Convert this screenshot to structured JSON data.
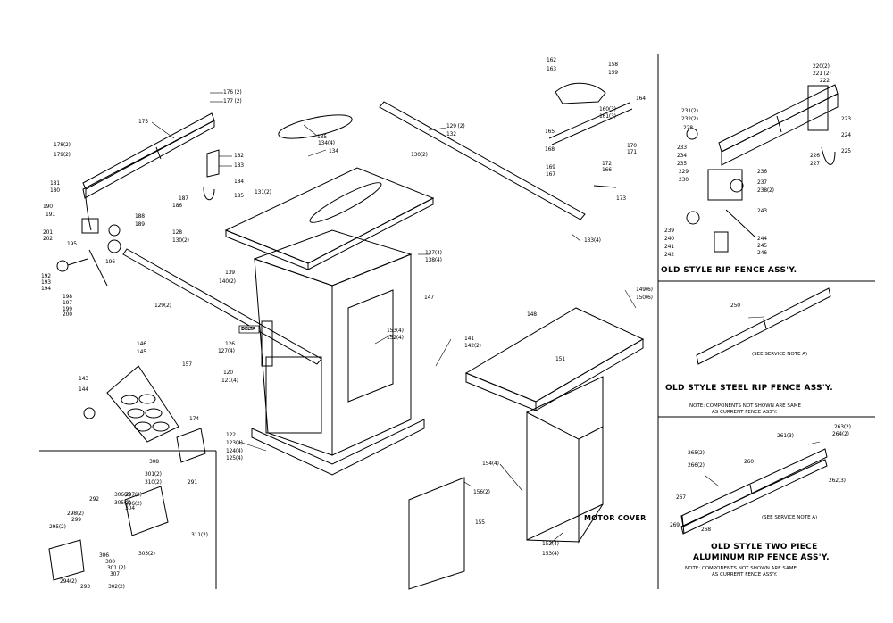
{
  "titles": {
    "rip_fence_old": "OLD STYLE RIP FENCE ASS'Y.",
    "steel_fence": "OLD STYLE STEEL RIP FENCE ASS'Y.",
    "aluminum_fence_line1": "OLD STYLE TWO PIECE",
    "aluminum_fence_line2": "ALUMINUM RIP FENCE ASS'Y.",
    "motor_cover": "MOTOR COVER"
  },
  "notes": {
    "steel_service": "(SEE SERVICE NOTE A)",
    "steel_note_line1": "NOTE: COMPONENTS NOT SHOWN ARE SAME",
    "steel_note_line2": "AS CURRENT FENCE ASS'Y.",
    "alu_service": "(SEE SERVICE NOTE A)",
    "alu_note_line1": "NOTE: COMPONENTS NOT SHOWN ARE SAME",
    "alu_note_line2": "AS CURRENT FENCE ASS'Y."
  },
  "brand": "DELTA",
  "callouts": [
    "176 (2)",
    "177 (2)",
    "175",
    "178(2)",
    "179(2)",
    "182",
    "183",
    "184",
    "185",
    "186",
    "187",
    "181",
    "180",
    "190",
    "191",
    "201",
    "202",
    "188",
    "189",
    "195",
    "196",
    "192",
    "193",
    "194",
    "198",
    "197",
    "199",
    "200",
    "128",
    "130(2)",
    "129(2)",
    "135",
    "134(4)",
    "134",
    "131(2)",
    "130(2)",
    "129 (2)",
    "132",
    "133(4)",
    "162",
    "163",
    "158",
    "159",
    "164",
    "165",
    "160(3)",
    "161(3)",
    "168",
    "169",
    "167",
    "172",
    "166",
    "170",
    "171",
    "173",
    "139",
    "140(2)",
    "137(4)",
    "138(4)",
    "147",
    "126",
    "127(4)",
    "120",
    "121(4)",
    "153(4)",
    "152(4)",
    "141",
    "142(2)",
    "149(6)",
    "150(6)",
    "148",
    "151",
    "146",
    "145",
    "143",
    "144",
    "157",
    "174",
    "122",
    "123(4)",
    "124(4)",
    "125(4)",
    "154(4)",
    "156(2)",
    "155",
    "152(4)",
    "153(4)",
    "308",
    "301(2)",
    "310(2)",
    "291",
    "292",
    "297(2)",
    "296(2)",
    "306(2)",
    "305(2)",
    "304",
    "298(2)",
    "299",
    "295(2)",
    "311(2)",
    "303(2)",
    "306",
    "300",
    "301 (2)",
    "307",
    "294(2)",
    "293",
    "302(2)",
    "220(2)",
    "221 (2)",
    "222",
    "231(2)",
    "232(2)",
    "228",
    "223",
    "224",
    "233",
    "234",
    "235",
    "229",
    "230",
    "236",
    "237",
    "238(2)",
    "226",
    "227",
    "225",
    "243",
    "239",
    "240",
    "241",
    "242",
    "244",
    "245",
    "246",
    "250",
    "263(2)",
    "264(2)",
    "261(3)",
    "265(2)",
    "266(2)",
    "260",
    "262(3)",
    "267",
    "268",
    "269"
  ]
}
